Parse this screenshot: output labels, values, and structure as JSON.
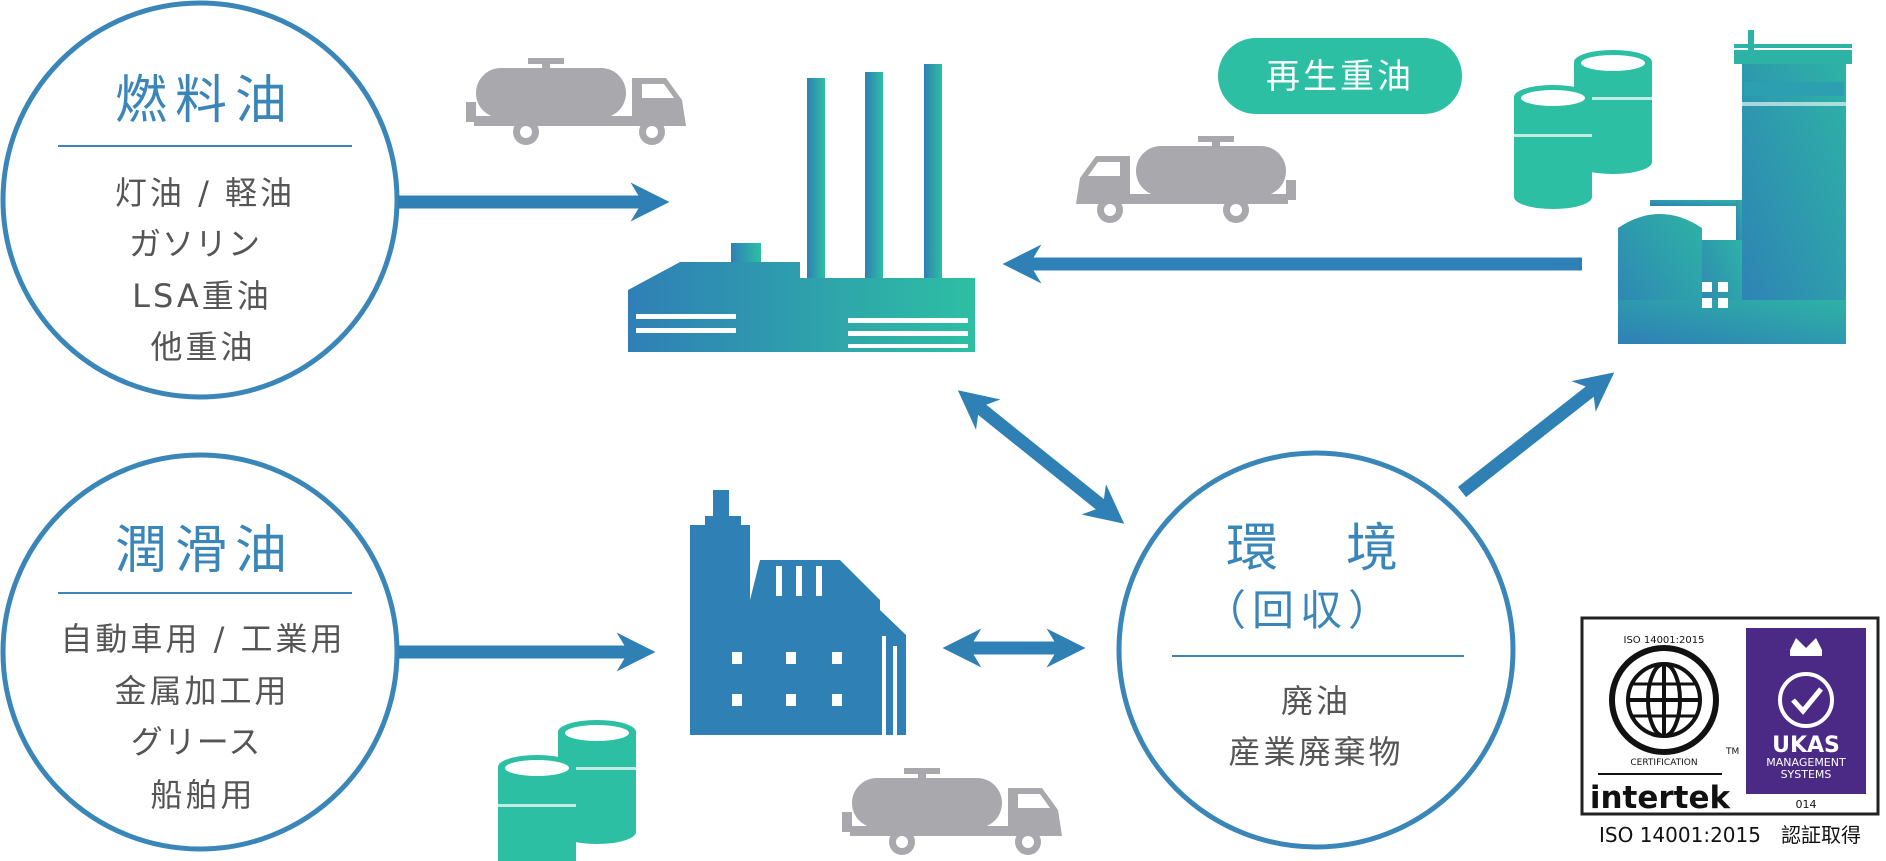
{
  "fuel": {
    "title": "燃料油",
    "items": [
      "灯油 / 軽油",
      "ガソリン",
      "LSA重油",
      "他重油"
    ]
  },
  "lubricant": {
    "title": "潤滑油",
    "items": [
      "自動車用 / 工業用",
      "金属加工用",
      "グリース",
      "船舶用"
    ]
  },
  "environment": {
    "title": "環　境",
    "subtitle": "（回収）",
    "items": [
      "廃油",
      "産業廃棄物"
    ]
  },
  "recycled_badge": "再生重油",
  "certification": {
    "iso_ring": "ISO 14001:2015",
    "certification_ring": "CERTIFICATION",
    "tm": "TM",
    "intertek": "intertek",
    "ukas_title": "UKAS",
    "ukas_line1": "MANAGEMENT",
    "ukas_line2": "SYSTEMS",
    "ukas_number": "014",
    "caption": "ISO 14001:2015　認証取得"
  },
  "colors": {
    "blue": "#2F80B4",
    "teal": "#2DBFA3",
    "gray": "#A8A8AD",
    "ring": "#3A86B8",
    "ukas_purple": "#4B2A86"
  }
}
